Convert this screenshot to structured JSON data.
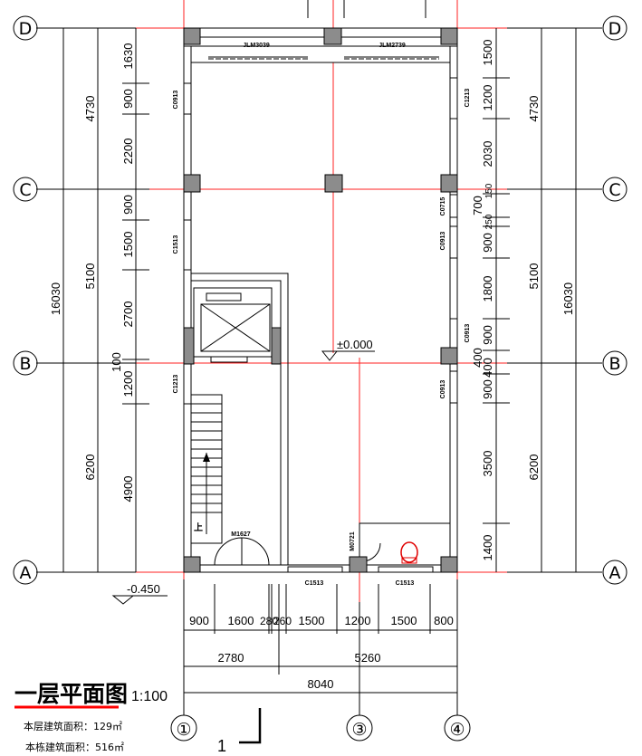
{
  "title": {
    "name": "一层平面图",
    "scale": "1:100",
    "floor_area": "本层建筑面积：129㎡",
    "building_area": "本栋建筑面积：516㎡"
  },
  "axes": {
    "rows": [
      "D",
      "C",
      "B",
      "A"
    ],
    "cols": [
      "①",
      "③",
      "④"
    ]
  },
  "elevations": {
    "floor": "±0.000",
    "outside": "-0.450"
  },
  "section_mark": "1",
  "left_dims": {
    "inner": [
      "1630",
      "900",
      "2200",
      "900",
      "1500",
      "2700",
      "100",
      "1200",
      "4900"
    ],
    "mid": [
      "4730",
      "5100",
      "6200"
    ],
    "total": "16030"
  },
  "right_dims": {
    "inner": [
      "1500",
      "1200",
      "2030",
      "150",
      "700",
      "250",
      "900",
      "1800",
      "900",
      "400",
      "400",
      "900",
      "3500",
      "1400"
    ],
    "mid": [
      "4730",
      "5100",
      "6200"
    ],
    "total": "16030"
  },
  "bottom_dims": {
    "inner": [
      "900",
      "1600",
      "280",
      "260",
      "1500",
      "1200",
      "1500",
      "800"
    ],
    "mid": [
      "2780",
      "5260"
    ],
    "total": "8040"
  },
  "tags": {
    "jlm1": "JLM3039",
    "jlm2": "JLM2739",
    "c0913_l": "C0913",
    "c1513_l": "C1513",
    "c1213_l": "C1213",
    "c1213_r": "C1213",
    "c0715": "C0715",
    "c0913_r1": "C0913",
    "c0913_r2": "C0913",
    "c0913_r3": "C0913",
    "m1627": "M1627",
    "m0721": "M0721",
    "c1513_b1": "C1513",
    "c1513_b2": "C1513",
    "stair_up": "上"
  },
  "colors": {
    "grid": "#ff2020",
    "column": "#8c8c8c",
    "underline": "#ff0000"
  }
}
